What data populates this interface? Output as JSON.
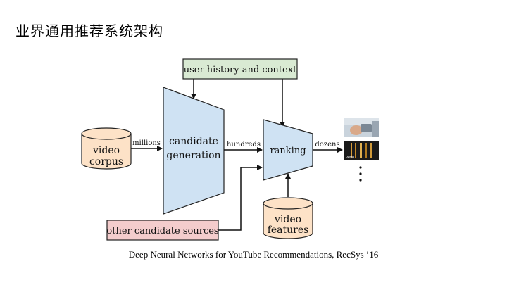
{
  "slide": {
    "title": "业界通用推荐系统架构",
    "caption": "Deep Neural Networks for YouTube Recommendations, RecSys ’16"
  },
  "diagram": {
    "video_corpus": [
      "video",
      "corpus"
    ],
    "candidate_generation": [
      "candidate",
      "generation"
    ],
    "ranking": "ranking",
    "user_history": "user history and context",
    "other_sources": "other candidate sources",
    "video_features": [
      "video",
      "features"
    ],
    "edge_millions": "millions",
    "edge_hundreds": "hundreds",
    "edge_dozens": "dozens",
    "thumbnail_label": "vevo",
    "colors": {
      "funnel_fill": "#cfe2f3",
      "cylinder_fill": "#fde2c7",
      "user_box_fill": "#d9ead3",
      "sources_box_fill": "#f4cccc"
    }
  }
}
